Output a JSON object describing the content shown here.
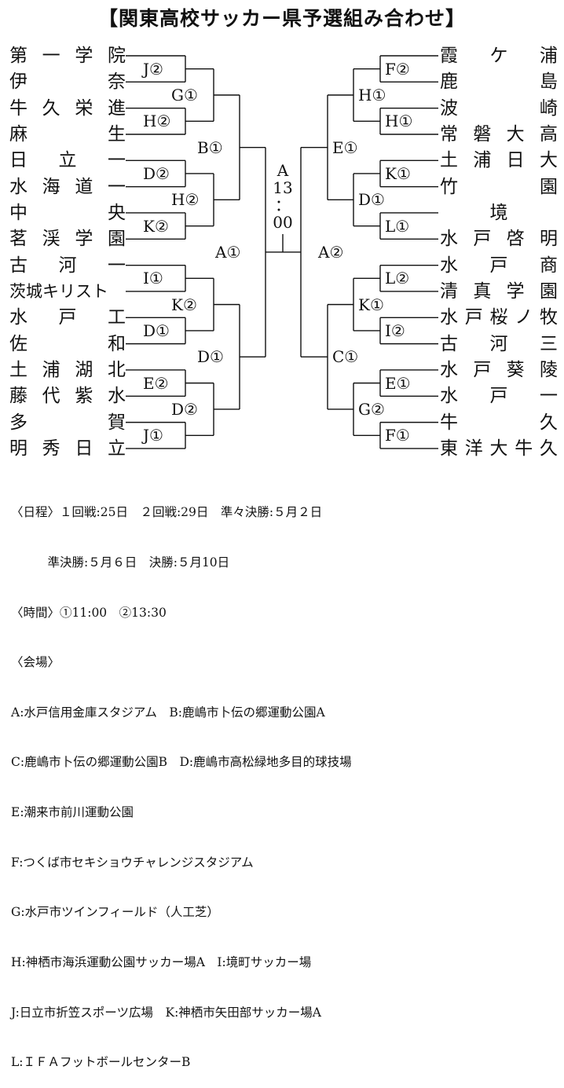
{
  "title": "【関東高校サッカー県予選組み合わせ】",
  "left_teams": [
    "第一学院",
    "伊奈",
    "牛久栄進",
    "麻生",
    "日立一",
    "水海道一",
    "中央",
    "茗渓学園",
    "古河一",
    "茨城キリスト",
    "水戸工",
    "佐和",
    "土浦湖北",
    "藤代紫水",
    "多賀",
    "明秀日立"
  ],
  "right_teams": [
    "霞ケ浦",
    "鹿島",
    "波崎",
    "常磐大高",
    "土浦日大",
    "竹園",
    "境",
    "水戸啓明",
    "水戸商",
    "清真学園",
    "水戸桜ノ牧",
    "古河三",
    "水戸葵陵",
    "水戸一",
    "牛久",
    "東洋大牛久"
  ],
  "left_matches": {
    "r1": [
      "J②",
      "H②",
      "D②",
      "K②",
      "I①",
      "D①",
      "E②",
      "J①"
    ],
    "r2": [
      "G①",
      "H②",
      "K②",
      "D②"
    ],
    "qf": [
      "B①",
      "D①"
    ],
    "sf": "A①"
  },
  "right_matches": {
    "r1": [
      "F②",
      "H①",
      "K①",
      "L①",
      "L②",
      "I②",
      "E①",
      "F①"
    ],
    "r2": [
      "H①",
      "D①",
      "K①",
      "G②"
    ],
    "qf": [
      "E①",
      "C①"
    ],
    "sf": "A②"
  },
  "final": {
    "venue": "A",
    "time_hour": "13",
    "colon": "：",
    "time_min": "00"
  },
  "info_lines": [
    "〈日程〉１回戦:25日　２回戦:29日　準々決勝:５月２日",
    "　　　準決勝:５月６日　決勝:５月10日",
    "〈時間〉①11:00　②13:30",
    "〈会場〉",
    "A:水戸信用金庫スタジアム　B:鹿嶋市卜伝の郷運動公園A",
    "C:鹿嶋市卜伝の郷運動公園B　D:鹿嶋市高松緑地多目的球技場",
    "E:潮来市前川運動公園",
    "F:つくば市セキショウチャレンジスタジアム",
    "G:水戸市ツインフィールド（人工芝）",
    "H:神栖市海浜運動公園サッカー場A　I:境町サッカー場",
    "J:日立市折笠スポーツ広場　K:神栖市矢田部サッカー場A",
    "L:ＩＦＡフットボールセンターB"
  ]
}
